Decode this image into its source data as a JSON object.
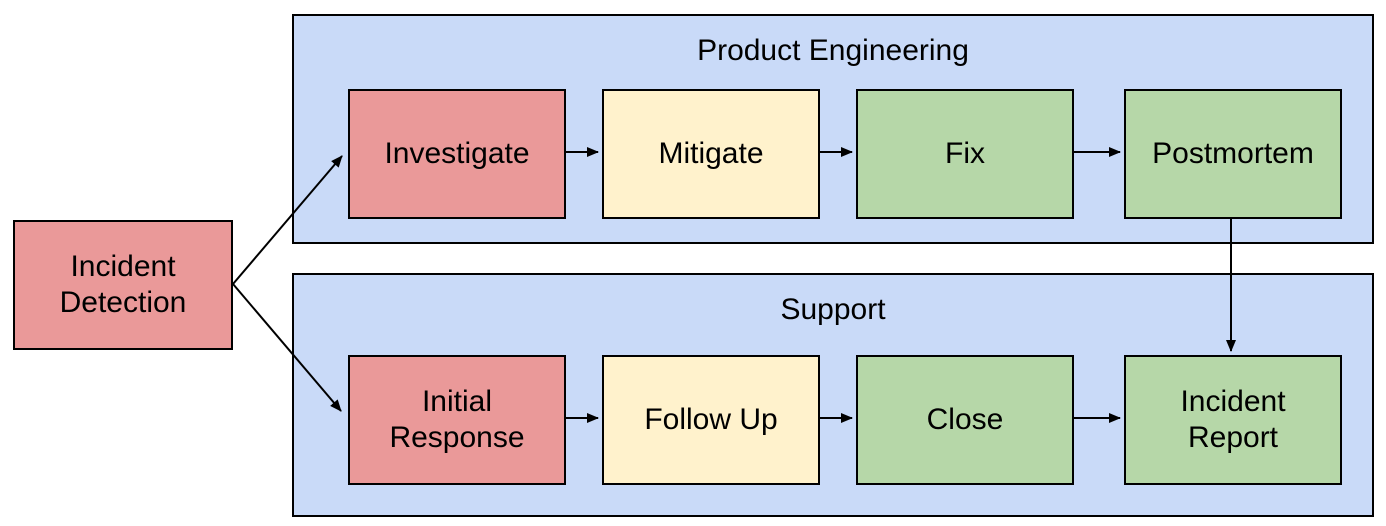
{
  "diagram": {
    "background": "#FFFFFF",
    "colors": {
      "lane_fill": "#C9DAF8",
      "red": "#EA9999",
      "yellow": "#FFF2CC",
      "green": "#B6D7A8",
      "line": "#000000",
      "text": "#000000"
    },
    "start": {
      "id": "incident-detection",
      "label": "Incident\nDetection",
      "color": "#EA9999"
    },
    "lanes": [
      {
        "title": "Product Engineering",
        "steps": [
          {
            "id": "investigate",
            "label": "Investigate",
            "color": "#EA9999"
          },
          {
            "id": "mitigate",
            "label": "Mitigate",
            "color": "#FFF2CC"
          },
          {
            "id": "fix",
            "label": "Fix",
            "color": "#B6D7A8"
          },
          {
            "id": "postmortem",
            "label": "Postmortem",
            "color": "#B6D7A8"
          }
        ]
      },
      {
        "title": "Support",
        "steps": [
          {
            "id": "initial-response",
            "label": "Initial\nResponse",
            "color": "#EA9999"
          },
          {
            "id": "follow-up",
            "label": "Follow Up",
            "color": "#FFF2CC"
          },
          {
            "id": "close",
            "label": "Close",
            "color": "#B6D7A8"
          },
          {
            "id": "incident-report",
            "label": "Incident\nReport",
            "color": "#B6D7A8"
          }
        ]
      }
    ],
    "edges": [
      {
        "from": "incident-detection",
        "to": "investigate"
      },
      {
        "from": "incident-detection",
        "to": "initial-response"
      },
      {
        "from": "investigate",
        "to": "mitigate"
      },
      {
        "from": "mitigate",
        "to": "fix"
      },
      {
        "from": "fix",
        "to": "postmortem"
      },
      {
        "from": "postmortem",
        "to": "incident-report"
      },
      {
        "from": "initial-response",
        "to": "follow-up"
      },
      {
        "from": "follow-up",
        "to": "close"
      },
      {
        "from": "close",
        "to": "incident-report"
      }
    ]
  }
}
